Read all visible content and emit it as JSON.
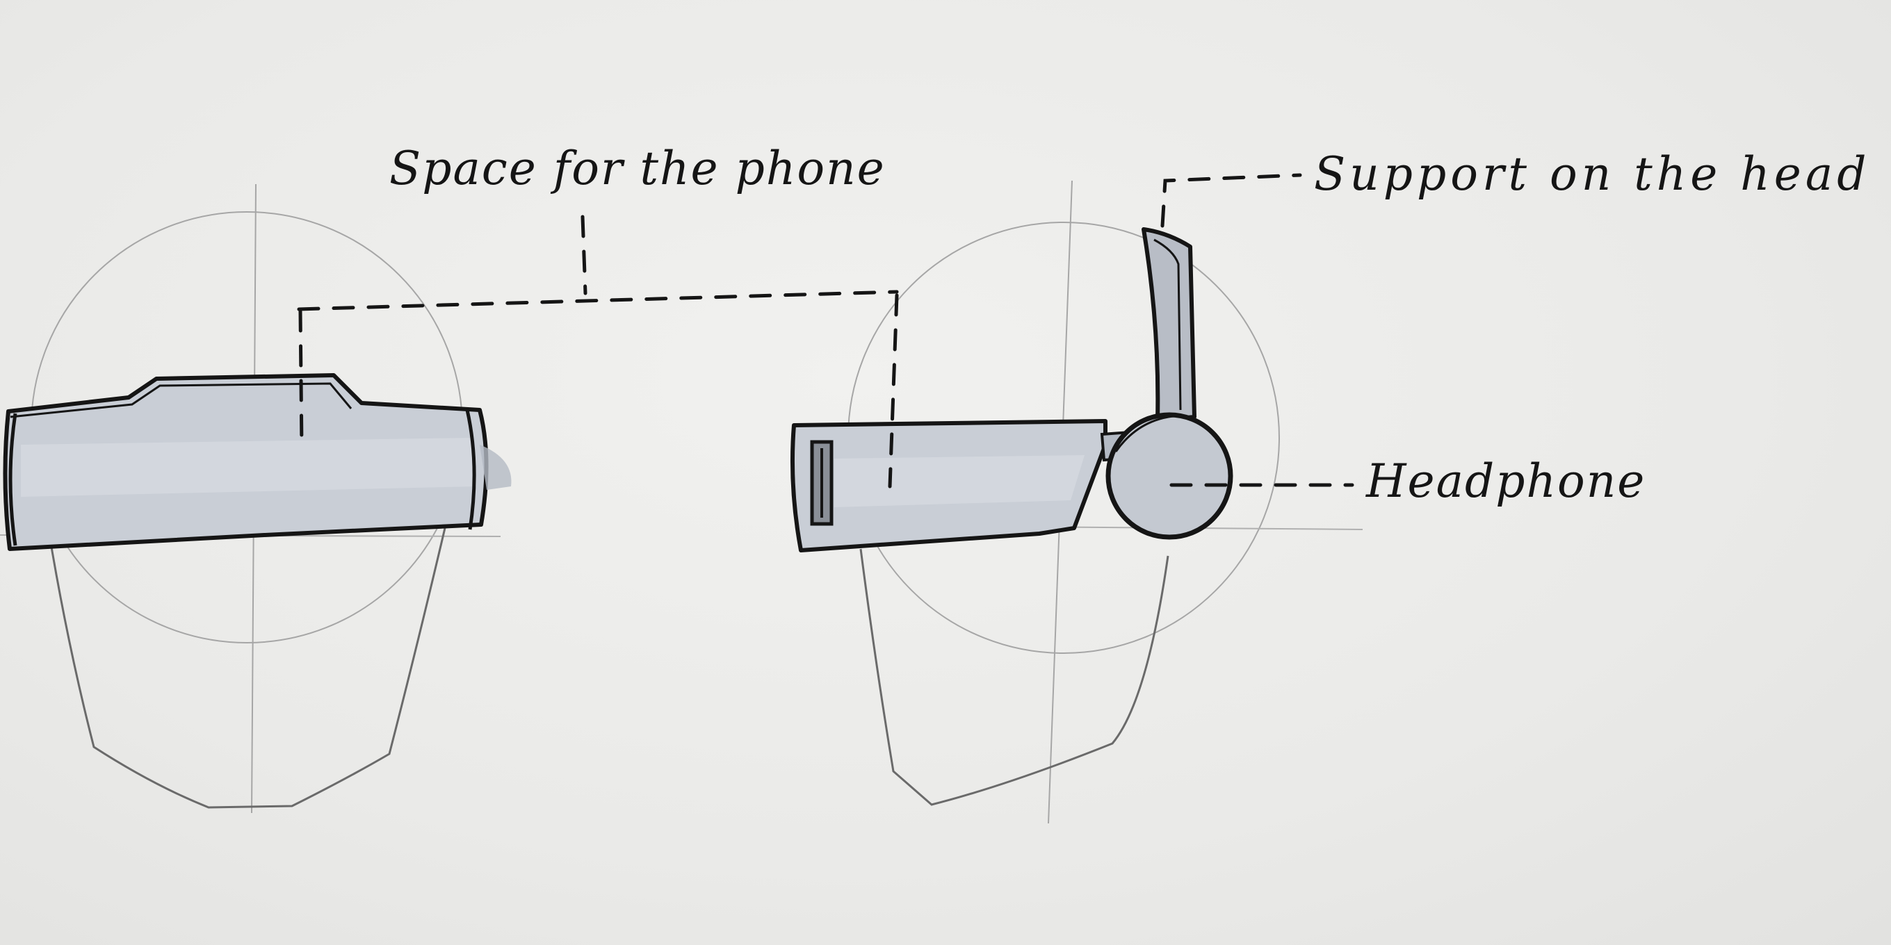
{
  "annotations": {
    "phone_space": "Space for the phone",
    "head_support": "Support on the head",
    "headphone": "Headphone"
  },
  "colors": {
    "ink": "#151515",
    "pencil": "#9a9a9a",
    "marker_fill": "#c9ced6",
    "marker_shadow": "#b4bac4",
    "paper": "#ececea"
  }
}
